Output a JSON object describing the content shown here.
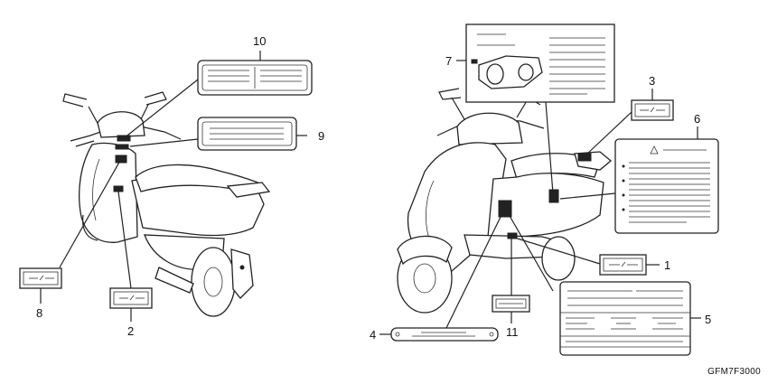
{
  "callouts": [
    {
      "id": "label-1",
      "text": "1"
    },
    {
      "id": "label-2",
      "text": "2"
    },
    {
      "id": "label-3",
      "text": "3"
    },
    {
      "id": "label-4",
      "text": "4"
    },
    {
      "id": "label-5",
      "text": "5"
    },
    {
      "id": "label-6",
      "text": "6"
    },
    {
      "id": "label-7",
      "text": "7"
    },
    {
      "id": "label-8",
      "text": "8"
    },
    {
      "id": "label-9",
      "text": "9"
    },
    {
      "id": "label-10",
      "text": "10"
    },
    {
      "id": "label-11",
      "text": "11"
    }
  ],
  "reference_code": "GFM7F3000"
}
